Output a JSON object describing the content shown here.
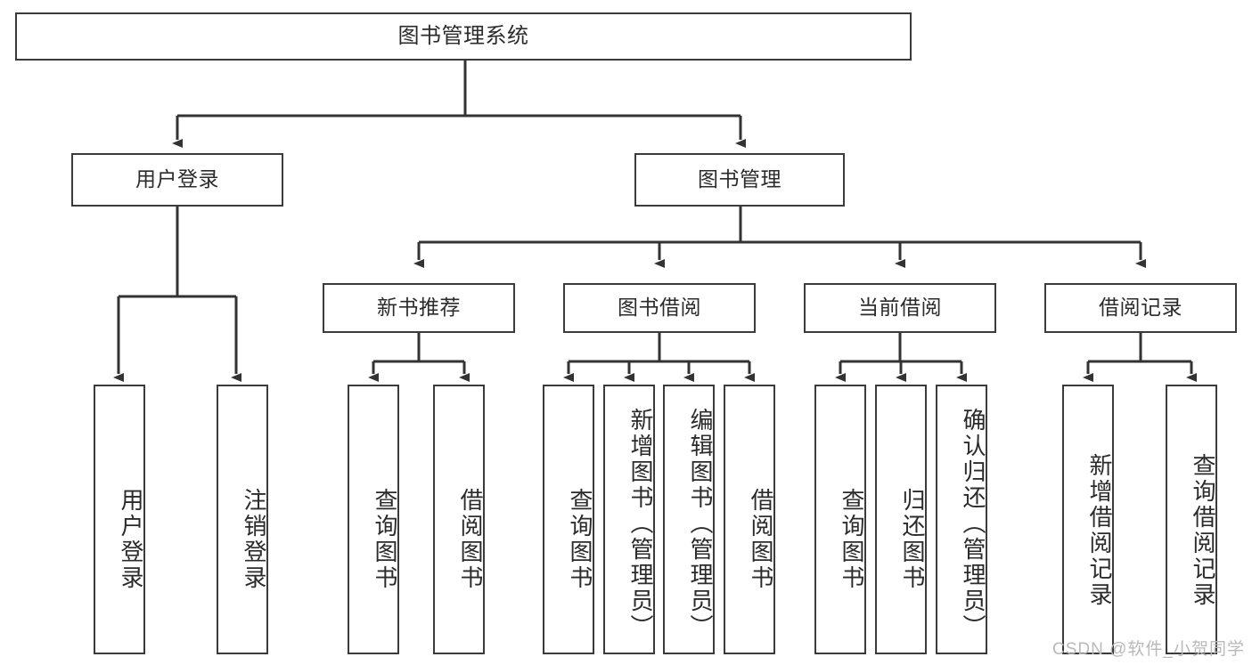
{
  "diagram": {
    "type": "tree-hierarchy-diagram",
    "title": "图书管理系统",
    "orientation": "top-down",
    "box_border_color": "#3b3b3b",
    "box_fill_color": "#ffffff",
    "line_color": "#333333",
    "background_color": "#ffffff"
  },
  "nodes": {
    "root": {
      "label": "图书管理系统",
      "level": 1
    },
    "level2": [
      {
        "id": "user-login",
        "label": "用户登录"
      },
      {
        "id": "book-management",
        "label": "图书管理"
      }
    ],
    "level3": [
      {
        "id": "new-book-recommend",
        "label": "新书推荐",
        "parent": "book-management"
      },
      {
        "id": "book-borrow",
        "label": "图书借阅",
        "parent": "book-management"
      },
      {
        "id": "current-borrow",
        "label": "当前借阅",
        "parent": "book-management"
      },
      {
        "id": "borrow-record",
        "label": "借阅记录",
        "parent": "book-management"
      }
    ],
    "leaves": [
      {
        "id": "leaf-user-login",
        "label": "用户登录",
        "parent": "user-login"
      },
      {
        "id": "leaf-logout-login",
        "label": "注销登录",
        "parent": "user-login"
      },
      {
        "id": "leaf-query-book-1",
        "label": "查询图书",
        "parent": "new-book-recommend"
      },
      {
        "id": "leaf-borrow-book-1",
        "label": "借阅图书",
        "parent": "new-book-recommend"
      },
      {
        "id": "leaf-query-book-2",
        "label": "查询图书",
        "parent": "book-borrow"
      },
      {
        "id": "leaf-add-book",
        "label": "新增图书（管理员）",
        "parent": "book-borrow"
      },
      {
        "id": "leaf-edit-book",
        "label": "编辑图书（管理员）",
        "parent": "book-borrow"
      },
      {
        "id": "leaf-borrow-book-2",
        "label": "借阅图书",
        "parent": "book-borrow"
      },
      {
        "id": "leaf-query-book-3",
        "label": "查询图书",
        "parent": "current-borrow"
      },
      {
        "id": "leaf-return-book",
        "label": "归还图书",
        "parent": "current-borrow"
      },
      {
        "id": "leaf-confirm-return",
        "label": "确认归还（管理员）",
        "parent": "current-borrow"
      },
      {
        "id": "leaf-add-record",
        "label": "新增借阅记录",
        "parent": "borrow-record"
      },
      {
        "id": "leaf-query-record",
        "label": "查询借阅记录",
        "parent": "borrow-record"
      }
    ]
  },
  "watermark": {
    "text": "CSDN @软件_小贺同学"
  }
}
